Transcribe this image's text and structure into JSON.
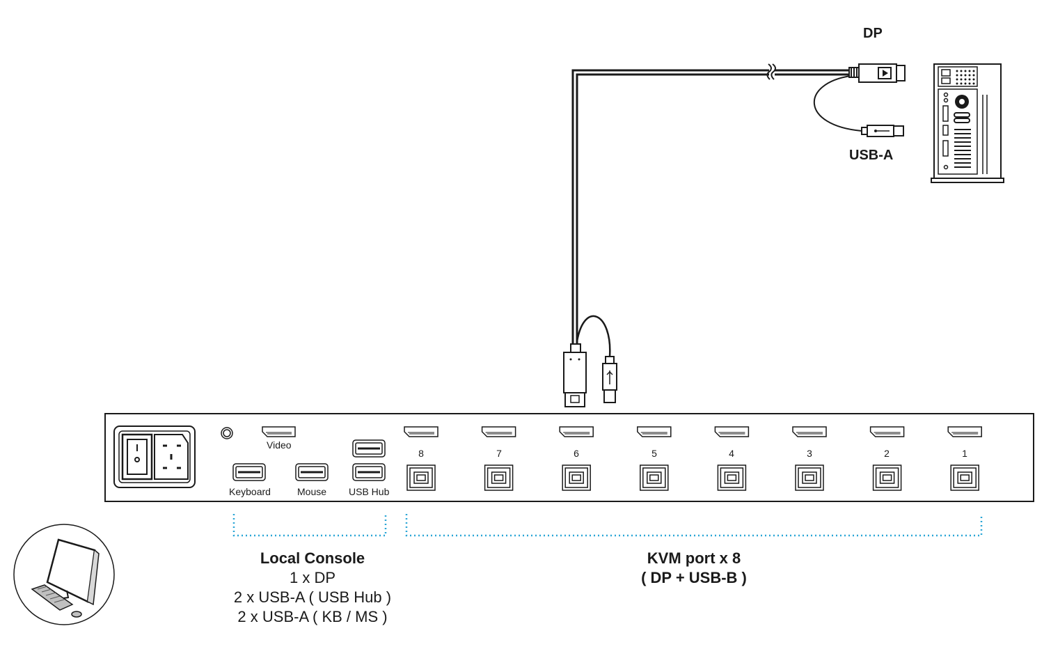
{
  "labels": {
    "dp": "DP",
    "usb_a": "USB-A",
    "video": "Video",
    "keyboard": "Keyboard",
    "mouse": "Mouse",
    "usb_hub": "USB Hub"
  },
  "kvm_ports": [
    "8",
    "7",
    "6",
    "5",
    "4",
    "3",
    "2",
    "1"
  ],
  "local_console": {
    "title": "Local Console",
    "lines": [
      "1 x DP",
      "2 x USB-A ( USB Hub )",
      "2 x USB-A ( KB / MS )"
    ]
  },
  "kvm_caption": {
    "title": "KVM port x 8",
    "line": "( DP + USB-B )"
  },
  "colors": {
    "line": "#1a1a1a",
    "bracket": "#2aa6d6"
  }
}
